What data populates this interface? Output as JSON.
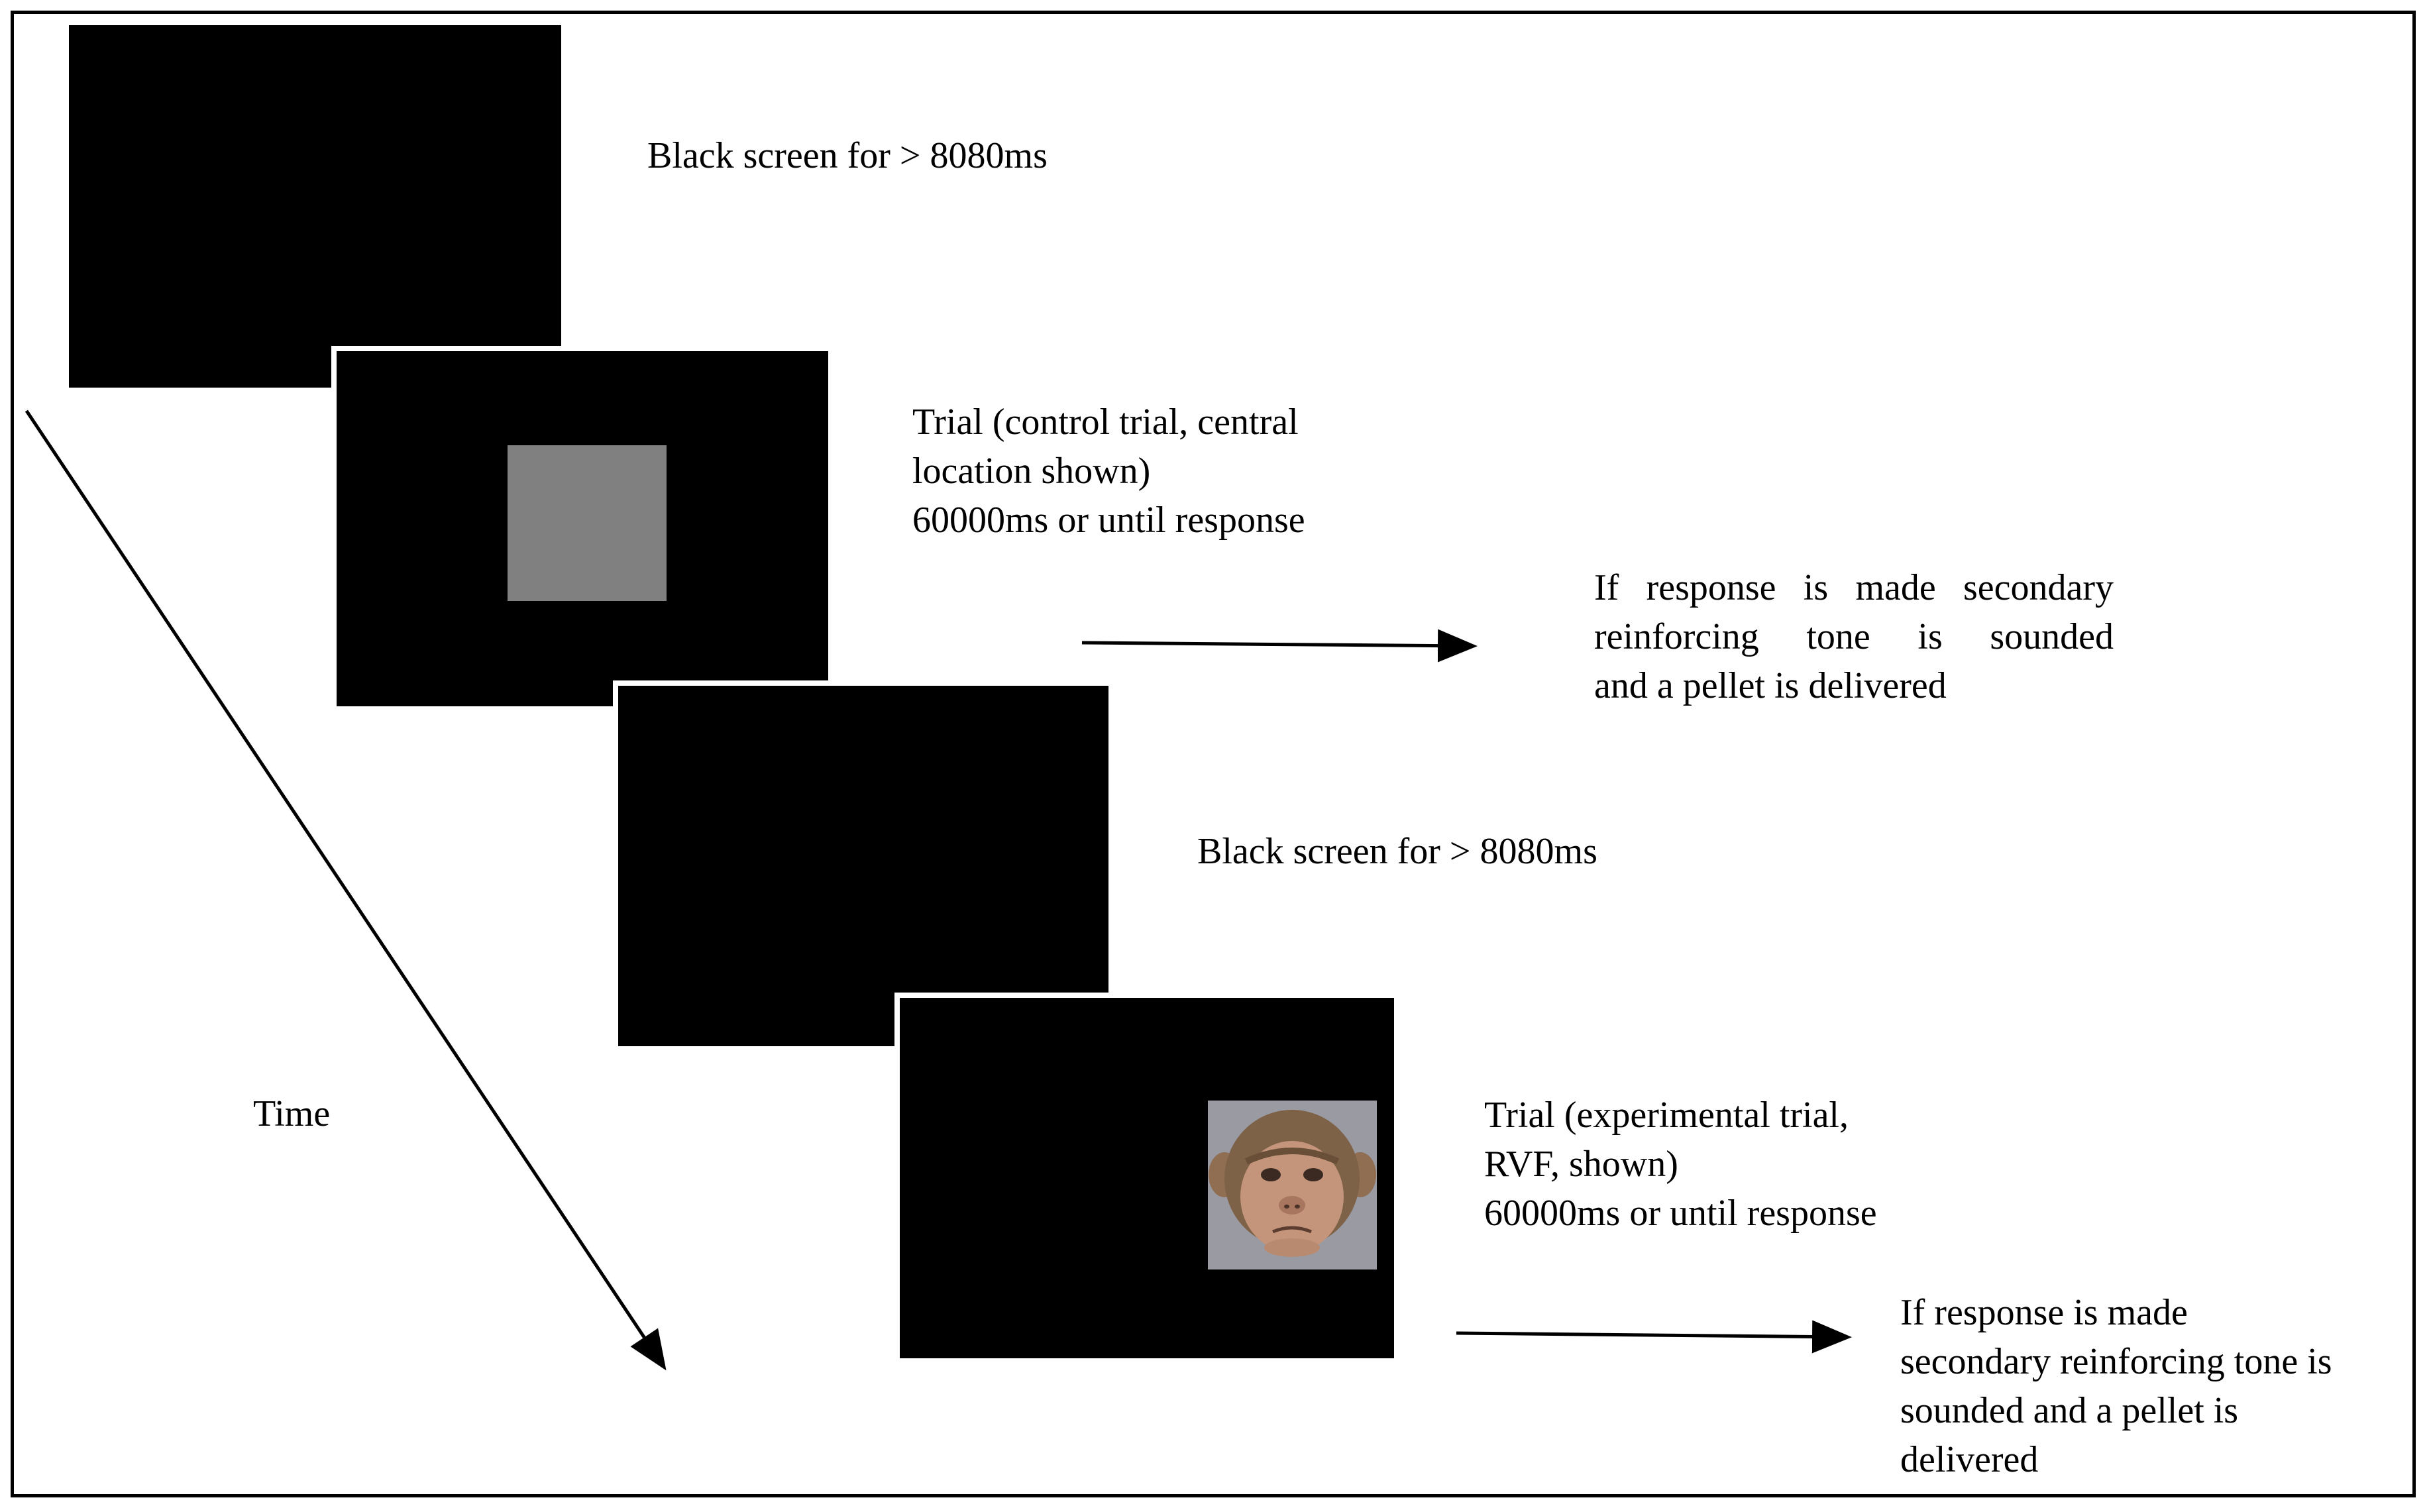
{
  "steps": {
    "black_screen_1": {
      "text": "Black screen for > 8080ms"
    },
    "control_trial": {
      "line1": "Trial (control trial, central",
      "line2": "location shown)",
      "line3": "60000ms or until response"
    },
    "outcome_1": {
      "line1": "If response is made secondary",
      "line2": "reinforcing tone is sounded",
      "line3": "and a pellet is delivered"
    },
    "black_screen_2": {
      "text": "Black screen for > 8080ms"
    },
    "experimental_trial": {
      "line1": "Trial (experimental trial,",
      "line2": "RVF, shown)",
      "line3": "60000ms or until response"
    },
    "outcome_2": {
      "line1": "If response is made",
      "line2": "secondary reinforcing tone is",
      "line3": "sounded and a pellet is",
      "line4": "delivered"
    }
  },
  "time_axis": {
    "label": "Time"
  },
  "stimuli": {
    "control": "gray-square",
    "experimental": "monkey-face-icon"
  },
  "colors": {
    "screen": "#000000",
    "gray_stimulus": "#808080",
    "face_background": "#9a9aa3",
    "line": "#000000"
  }
}
